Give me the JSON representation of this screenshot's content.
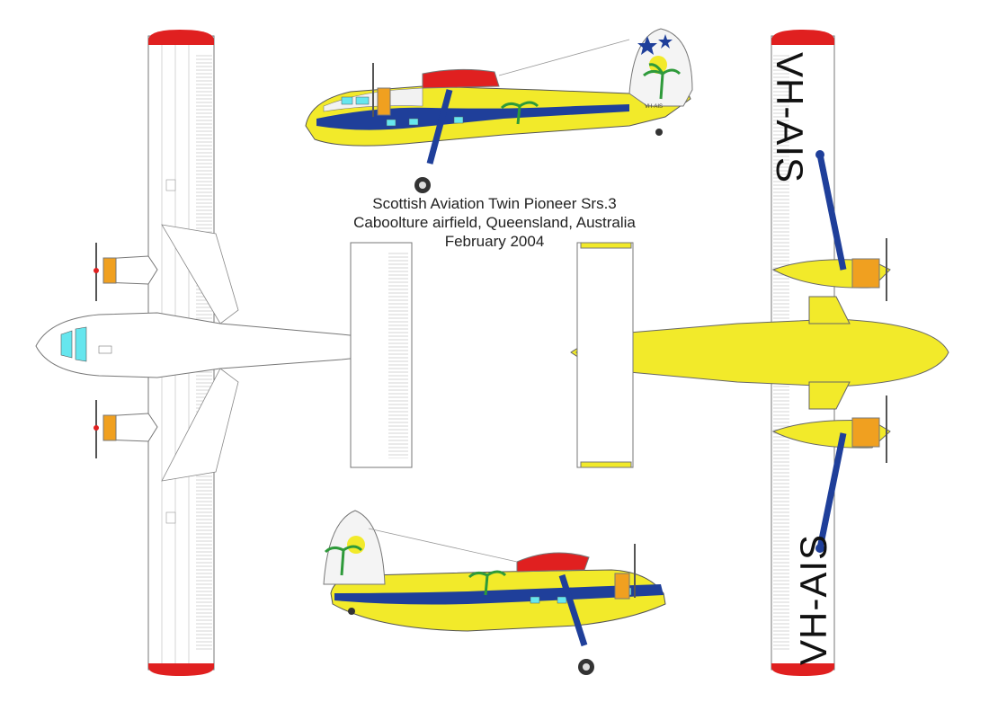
{
  "caption": {
    "line1": "Scottish Aviation Twin Pioneer Srs.3",
    "line2": "Caboolture airfield, Queensland, Australia",
    "line3": "February 2004"
  },
  "registration": {
    "upper_wing": "VH-AIS",
    "lower_wing": "VH-AIS",
    "fin_small": "VH-AIS"
  },
  "colors": {
    "fuselage_yellow": "#f2ea2a",
    "stripe_blue": "#1f3f9a",
    "tip_red": "#e02020",
    "outline": "#777777",
    "window_cyan": "#66e6ee",
    "palm_green": "#2e9a3a",
    "engine_orange": "#f0a020"
  },
  "icons": {
    "palm": "palm-tree-icon",
    "star": "star-icon",
    "sun": "sun-icon"
  }
}
